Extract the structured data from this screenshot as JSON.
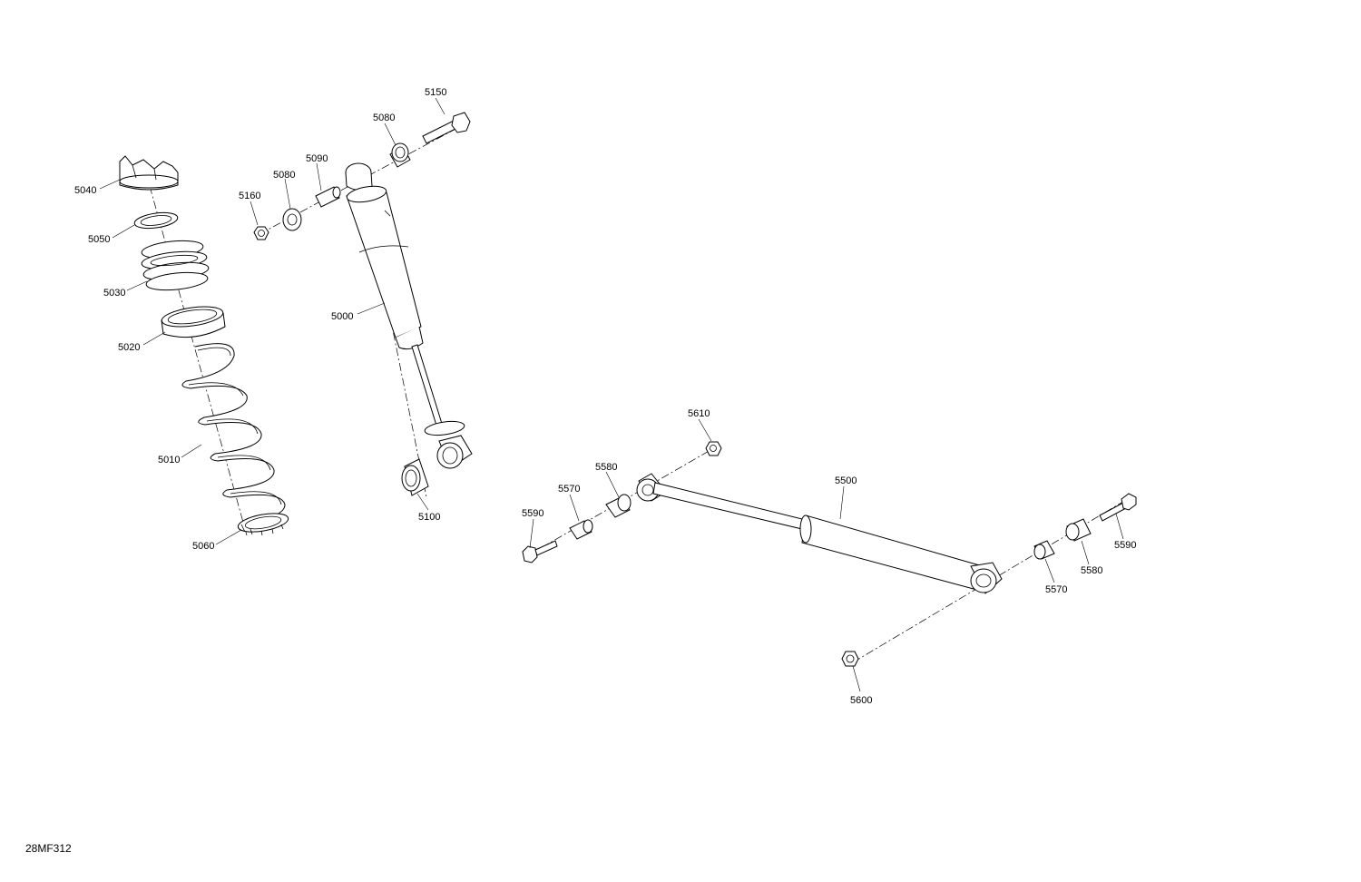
{
  "drawing_code": "28MF312",
  "labels": {
    "5040": "5040",
    "5050": "5050",
    "5030": "5030",
    "5020": "5020",
    "5010": "5010",
    "5060": "5060",
    "5160": "5160",
    "5080_a": "5080",
    "5090": "5090",
    "5080_b": "5080",
    "5150": "5150",
    "5000": "5000",
    "5100": "5100",
    "5610": "5610",
    "5580_l": "5580",
    "5570_l": "5570",
    "5590_l": "5590",
    "5500": "5500",
    "5590_r": "5590",
    "5580_r": "5580",
    "5570_r": "5570",
    "5600": "5600"
  }
}
